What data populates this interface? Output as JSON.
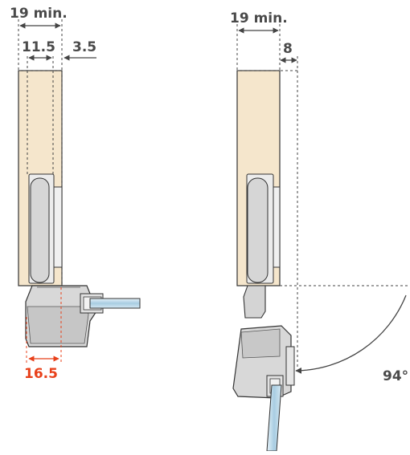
{
  "left": {
    "dim_total": "19 min.",
    "dim_a": "11.5",
    "dim_b": "3.5",
    "dim_bottom": "16.5"
  },
  "right": {
    "dim_total": "19 min.",
    "dim_b": "8",
    "angle": "94°"
  },
  "colors": {
    "wood": "#f5e6cc",
    "accent": "#e8401a",
    "text": "#4a4a4a",
    "hinge": "#d8d8d8",
    "glass": "#bcd8e8"
  }
}
